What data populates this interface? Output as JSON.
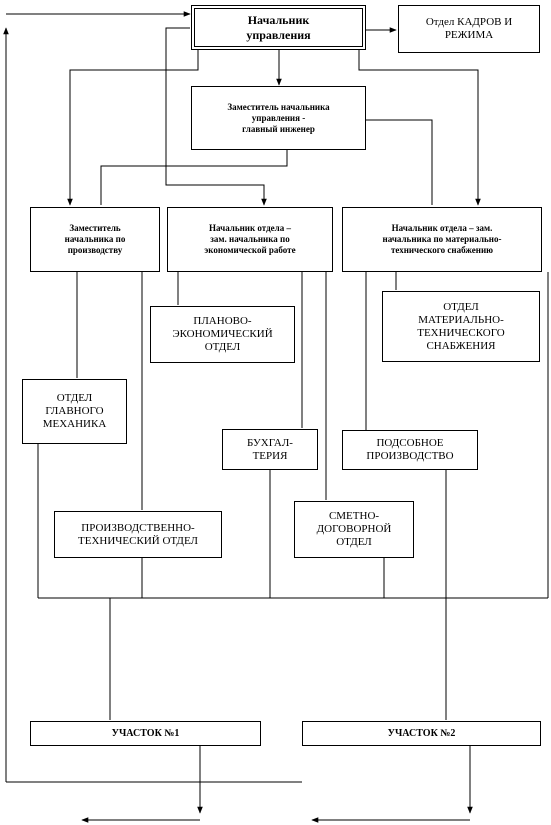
{
  "boxes": {
    "head": "Начальник\nуправления",
    "hr": "Отдел КАДРОВ И\nРЕЖИМА",
    "chief_engineer": "Заместитель начальника\nуправления  -\nглавный инженер",
    "deputy_production": "Заместитель\nначальника по\nпроизводству",
    "deputy_economics": "Начальник отдела –\nзам. начальника по\nэкономической работе",
    "deputy_supply": "Начальник отдела – зам.\nначальника по материально-\nтехнического снабжению",
    "planning": "ПЛАНОВО-\nЭКОНОМИЧЕСКИЙ\nОТДЕЛ",
    "supply_dept": "ОТДЕЛ\nМАТЕРИАЛЬНО-\nТЕХНИЧЕСКОГО\nСНАБЖЕНИЯ",
    "chief_mechanic": "ОТДЕЛ\nГЛАВНОГО\nМЕХАНИКА",
    "accounting": "БУХГАЛ-\nТЕРИЯ",
    "subsidiary": "ПОДСОБНОЕ\nПРОИЗВОДСТВО",
    "estimates": "СМЕТНО-\nДОГОВОРНОЙ\nОТДЕЛ",
    "production_tech": "ПРОИЗВОДСТВЕННО-\nТЕХНИЧЕСКИЙ  ОТДЕЛ",
    "site1": "УЧАСТОК  №1",
    "site2": "УЧАСТОК  №2"
  }
}
